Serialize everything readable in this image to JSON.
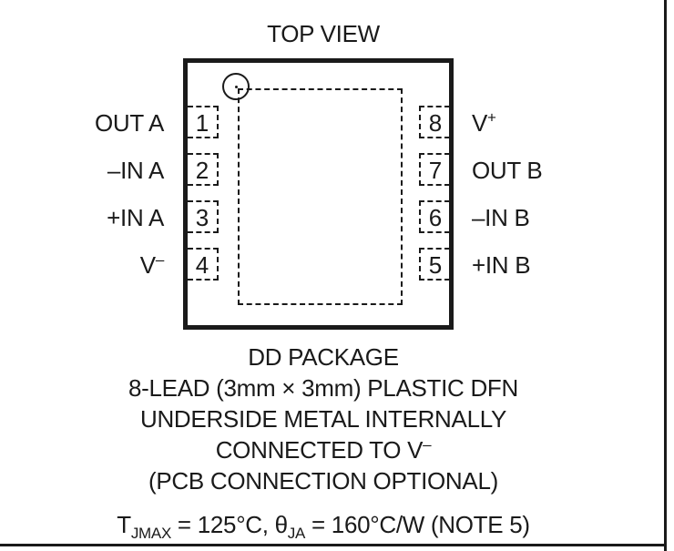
{
  "header": {
    "title": "TOP VIEW"
  },
  "package": {
    "left_pins": [
      {
        "number": "1",
        "name": "OUT A",
        "name_sup": ""
      },
      {
        "number": "2",
        "name": "–IN A",
        "name_sup": ""
      },
      {
        "number": "3",
        "name": "+IN A",
        "name_sup": ""
      },
      {
        "number": "4",
        "name": "V",
        "name_sup": "–"
      }
    ],
    "right_pins": [
      {
        "number": "8",
        "name": "V",
        "name_sup": "+"
      },
      {
        "number": "7",
        "name": "OUT B",
        "name_sup": ""
      },
      {
        "number": "6",
        "name": "–IN B",
        "name_sup": ""
      },
      {
        "number": "5",
        "name": "+IN B",
        "name_sup": ""
      }
    ]
  },
  "caption": {
    "line1": "DD PACKAGE",
    "line2": "8-LEAD (3mm × 3mm) PLASTIC DFN",
    "line3": "UNDERSIDE METAL INTERNALLY",
    "line4_main": "CONNECTED TO V",
    "line4_sup": "–",
    "line5": "(PCB CONNECTION OPTIONAL)"
  },
  "thermal": {
    "t_symbol": "T",
    "t_sub": "JMAX",
    "t_value": " = 125°C, ",
    "theta_symbol": "θ",
    "theta_sub": "JA",
    "theta_value": " = 160°C/W (NOTE 5)"
  }
}
